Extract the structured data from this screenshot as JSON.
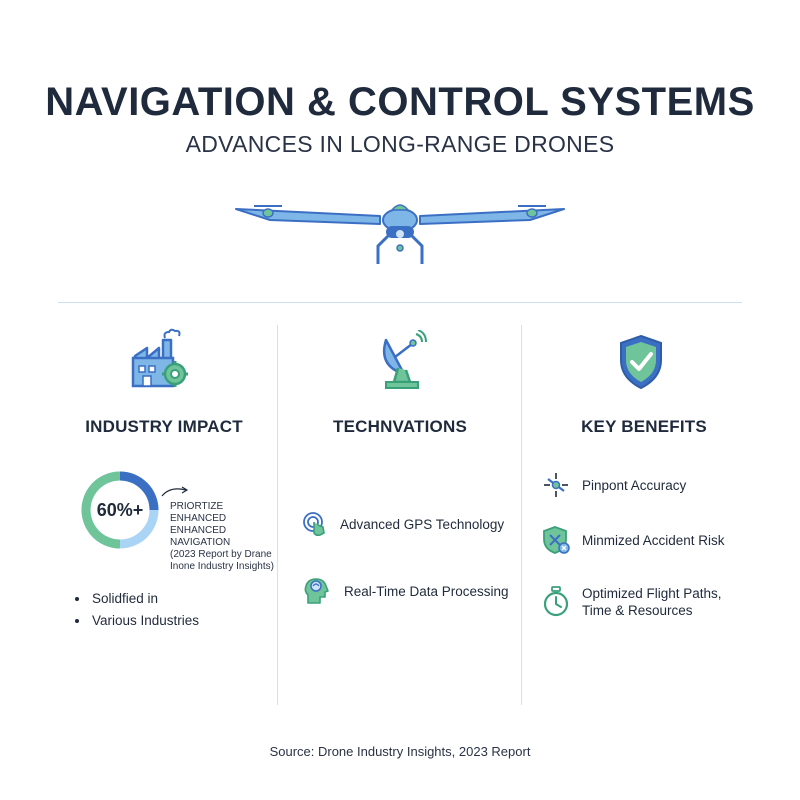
{
  "header": {
    "title": "NAVIGATION & CONTROL SYSTEMS",
    "subtitle": "ADVANCES IN LONG-RANGE DRONES"
  },
  "hero": {
    "icon": "drone-icon"
  },
  "columns": [
    {
      "title": "INDUSTRY IMPACT",
      "icon": "factory-gear-icon",
      "stat": {
        "value_label": "60%+",
        "percent": 60,
        "line1": "PRIORTIZE ENHANCED",
        "line2": "ENHANCED NAVIGATION",
        "line3": "(2023 Report by Drane",
        "line4": "Inone Industry Insights)"
      },
      "bullets": [
        "Solidfied in",
        "Various Industries"
      ]
    },
    {
      "title": "TECHNVATIONS",
      "icon": "satellite-dish-icon",
      "items": [
        {
          "label": "Advanced GPS Technology",
          "icon": "gps-touch-icon"
        },
        {
          "label": "Real-Time Data Processing",
          "icon": "brain-processing-icon"
        }
      ]
    },
    {
      "title": "KEY BENEFITS",
      "icon": "shield-check-icon",
      "items": [
        {
          "label": "Pinpont Accuracy",
          "icon": "target-drone-icon"
        },
        {
          "label": "Minmized Accident Risk",
          "icon": "shield-x-icon"
        },
        {
          "label_line1": "Optimized Flight Paths,",
          "label_line2": "Time & Resources",
          "icon": "stopwatch-icon"
        }
      ]
    }
  ],
  "colors": {
    "navy": "#1f2a3c",
    "blue": "#3b6fc4",
    "light_blue": "#7fb6e8",
    "green": "#6fc49a",
    "teal": "#3aa07a"
  },
  "footer": {
    "source": "Source: Drone Industry Insights, 2023 Report"
  }
}
